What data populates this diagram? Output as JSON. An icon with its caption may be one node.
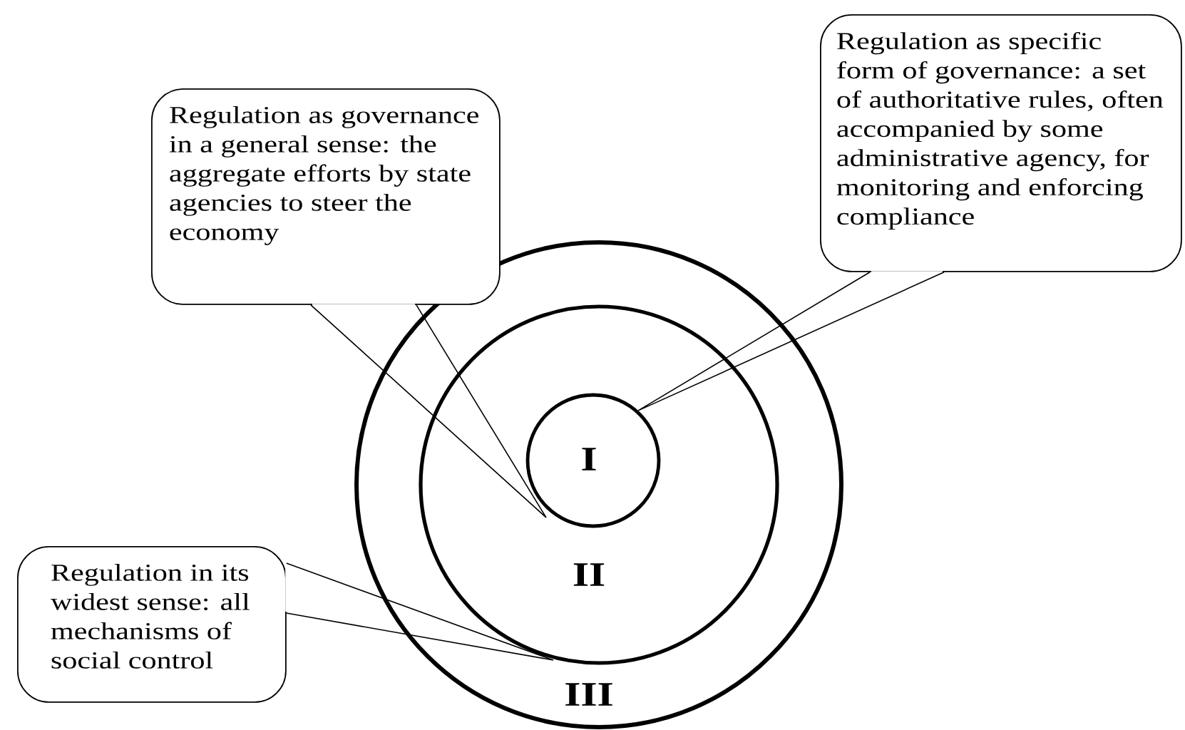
{
  "diagram": {
    "nodes": [
      {
        "text": [
          "III"
        ]
      },
      {
        "text": [
          "II"
        ],
        "in": 0
      },
      {
        "text": [
          "I"
        ],
        "in": 1
      },
      {
        "text": [
          "Regulation as governance in a general sense: the aggregate efforts by state agencies to steer the economy"
        ]
      },
      {
        "text": [
          "Regulation as specific form of governance: a set of authoritative rules, often accompanied by some administrative agency, for monitoring and enforcing compliance"
        ]
      },
      {
        "text": [
          "Regulation in its widest sense: all mechanisms of social control"
        ]
      }
    ],
    "edges": [
      {
        "from": 3,
        "to": null,
        "arrow": "none"
      },
      {
        "from": 4,
        "to": 2,
        "arrow": "none"
      },
      {
        "from": 5,
        "to": null,
        "arrow": "none"
      }
    ]
  }
}
